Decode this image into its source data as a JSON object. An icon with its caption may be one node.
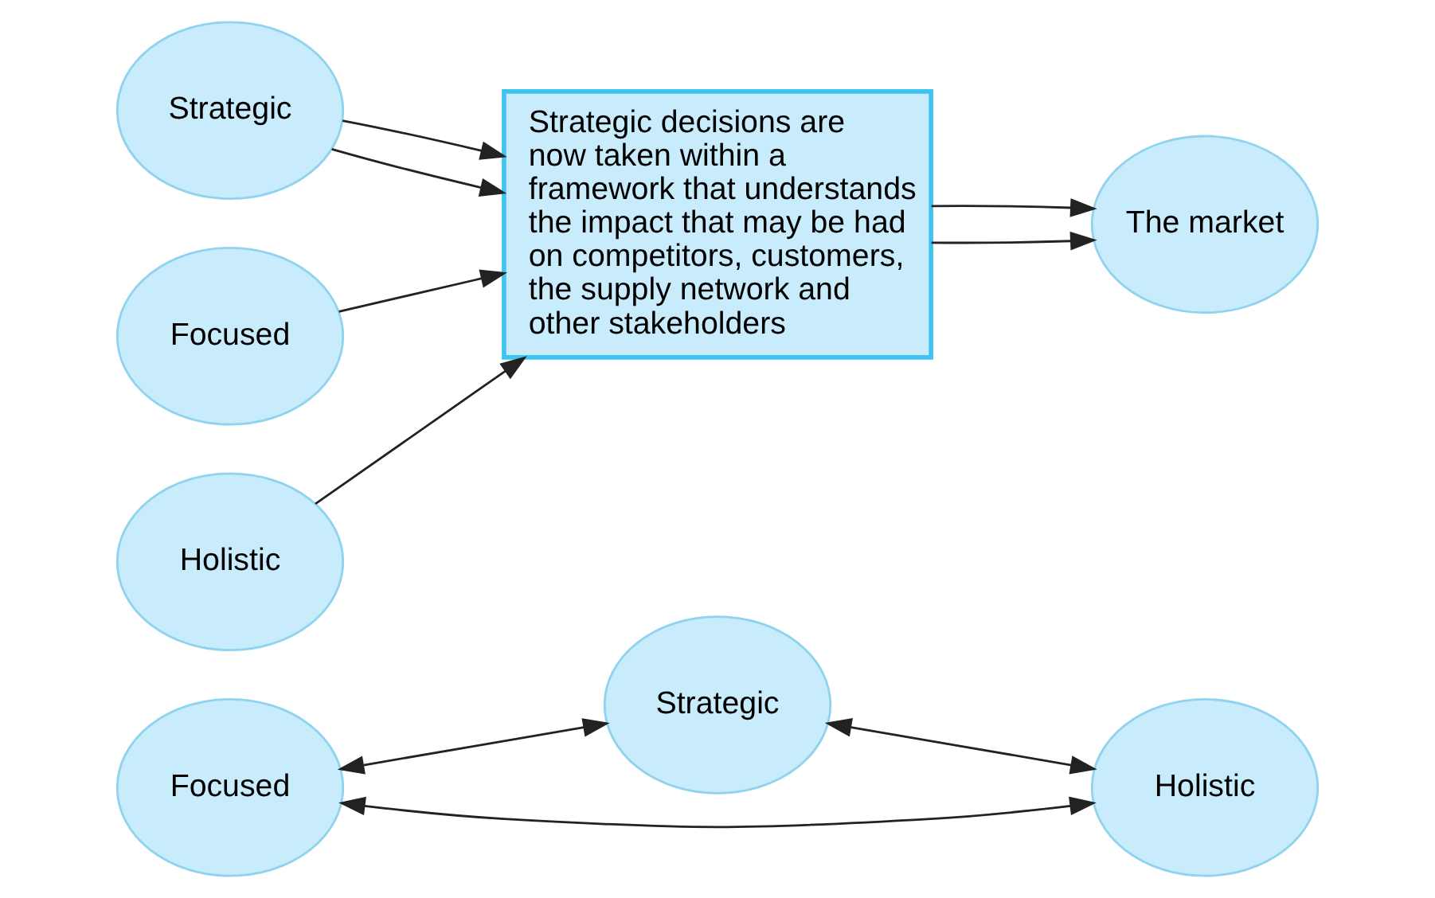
{
  "diagram": {
    "nodes": [
      {
        "text": [
          "Strategic"
        ]
      },
      {
        "text": [
          "Focused"
        ]
      },
      {
        "text": [
          "Holistic"
        ]
      },
      {
        "text": [
          "Strategic"
        ]
      },
      {
        "text": [
          "Focused"
        ]
      },
      {
        "text": [
          "Holistic"
        ]
      },
      {
        "text": [
          "Strategic decisions are now taken within a framework that understands the impact that may be had on competitors, customers, the supply network and other stakeholders"
        ]
      },
      {
        "text": [
          "The market"
        ]
      }
    ],
    "edges": [
      {
        "from": 1,
        "to": 0,
        "arrow": "both"
      },
      {
        "from": 0,
        "to": 2,
        "arrow": "both"
      },
      {
        "from": 1,
        "to": 2,
        "arrow": "both"
      },
      {
        "from": 3,
        "to": 6,
        "arrow": "to"
      },
      {
        "from": 3,
        "to": 6,
        "arrow": "to"
      },
      {
        "from": 5,
        "to": 6,
        "arrow": "to"
      },
      {
        "from": 4,
        "to": 6,
        "arrow": "to"
      },
      {
        "from": 6,
        "to": 7,
        "arrow": "to"
      },
      {
        "from": 6,
        "to": 7,
        "arrow": "to"
      }
    ]
  }
}
